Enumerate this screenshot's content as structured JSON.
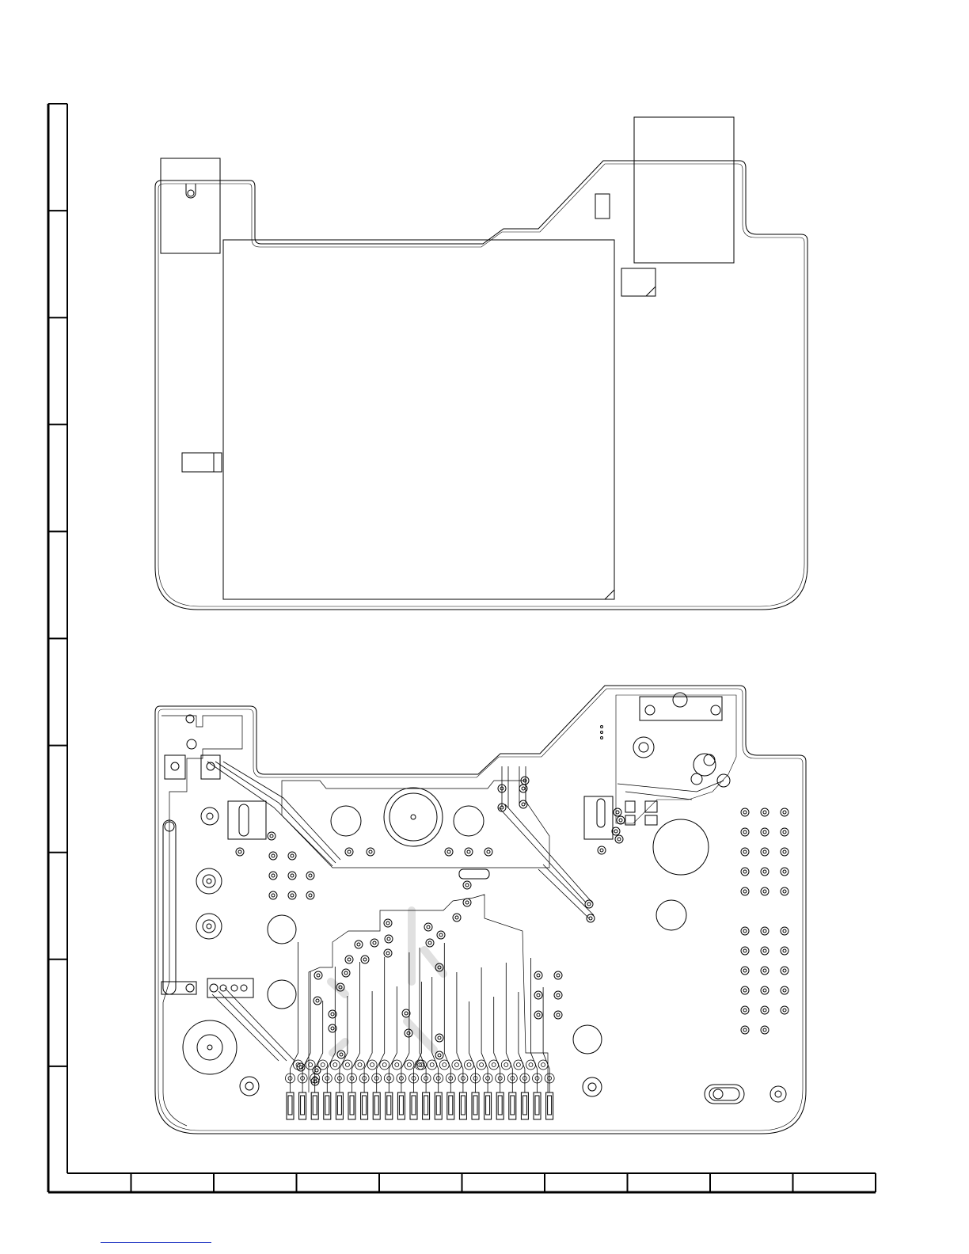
{
  "page": {
    "title": "",
    "bottom_link_text": ""
  },
  "colors": {
    "background": "#ffffff",
    "line": "#000000",
    "frame": "#000000",
    "link": "#3346c8"
  },
  "frame": {
    "row_zones": 10,
    "column_zones": 10,
    "zone_labels": []
  },
  "drawings": [
    {
      "name": "pcb-component-side-view",
      "annotations": []
    },
    {
      "name": "pcb-foil-side-view",
      "annotations": []
    }
  ]
}
